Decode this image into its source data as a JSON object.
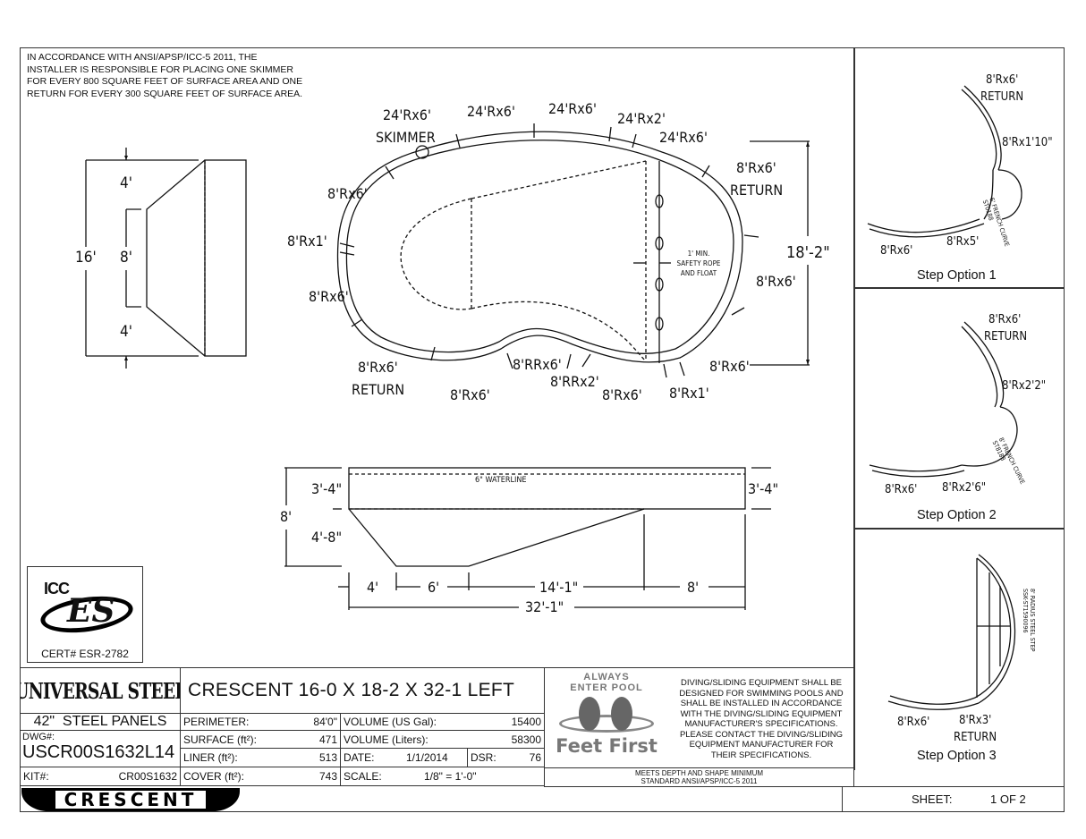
{
  "note": {
    "lines": [
      "IN ACCORDANCE WITH ANSI/APSP/ICC-5 2011, THE",
      "INSTALLER IS RESPONSIBLE FOR PLACING ONE SKIMMER",
      "FOR EVERY 800 SQUARE FEET OF SURFACE AREA AND ONE",
      "RETURN FOR EVERY 300 SQUARE FEET OF SURFACE AREA."
    ]
  },
  "end_view": {
    "overall": "16'",
    "top": "4'",
    "middle": "8'",
    "bottom": "4'"
  },
  "plan_view": {
    "labels": {
      "skimmer_panel": "24'Rx6'",
      "skimmer": "SKIMMER",
      "top2": "24'Rx6'",
      "top3": "24'Rx6'",
      "top4": "24'Rx2'",
      "top5": "24'Rx6'",
      "right_return_1": "8'Rx6'",
      "right_return_2": "RETURN",
      "right_lower": "8'Rx6'",
      "width_dim": "18'-2\"",
      "left_upper": "8'Rx6'",
      "left_rx1": "8'Rx1'",
      "left_lower": "8'Rx6'",
      "bottom_return_1": "8'Rx6'",
      "bottom_return_2": "RETURN",
      "bottom_1": "8'Rx6'",
      "bottom_rrx6": "8'RRx6'",
      "bottom_rrx2": "8'RRx2'",
      "bottom_2": "8'Rx6'",
      "bottom_rx1": "8'Rx1'",
      "bottom_right": "8'Rx6'",
      "rope_1": "1' MIN.",
      "rope_2": "SAFETY ROPE",
      "rope_3": "AND FLOAT"
    }
  },
  "section_view": {
    "waterline": "6\" WATERLINE",
    "left_shallow": "3'-4\"",
    "right_shallow": "3'-4\"",
    "total_depth": "8'",
    "deep_drop": "4'-8\"",
    "seg1": "4'",
    "seg2": "6'",
    "seg3": "14'-1\"",
    "seg4": "8'",
    "overall_length": "32'-1\""
  },
  "certification": {
    "logo_top": "ICC",
    "logo_main": "ES",
    "cert": "CERT# ESR-2782"
  },
  "step_options": [
    {
      "title": "Step Option 1",
      "labels": [
        "8'Rx6'",
        "RETURN",
        "8'Rx1'10\"",
        "8'Rx6'",
        "8'Rx5'"
      ],
      "rotated": [
        "6' FRENCH CURVE",
        "ST0188"
      ]
    },
    {
      "title": "Step Option 2",
      "labels": [
        "8'Rx6'",
        "RETURN",
        "8'Rx2'2\"",
        "8'Rx6'",
        "8'Rx2'6\""
      ],
      "rotated": [
        "8' FRENCH CURVE",
        "ST8188"
      ]
    },
    {
      "title": "Step Option 3",
      "labels": [
        "8'Rx6'",
        "8'Rx3'",
        "RETURN"
      ],
      "rotated": [
        "8' RADIUS STEEL STEP",
        "SSK-ST1590096"
      ]
    }
  ],
  "title_block": {
    "brand": "UNIVERSAL STEEL",
    "pool_title": "CRESCENT 16-0 X 18-2 X 32-1 LEFT",
    "panels": "42\"  STEEL PANELS",
    "dwg_label": "DWG#:",
    "dwg_value": "USCR00S1632L14",
    "kit_label": "KIT#:",
    "kit_value": "CR00S1632",
    "perimeter_label": "PERIMETER:",
    "perimeter_value": "84'0\"",
    "surface_label": "SURFACE (ft²):",
    "surface_value": "471",
    "liner_label": "LINER (ft²):",
    "liner_value": "513",
    "cover_label": "COVER (ft²):",
    "cover_value": "743",
    "vol_gal_label": "VOLUME (US Gal):",
    "vol_gal_value": "15400",
    "vol_l_label": "VOLUME (Liters):",
    "vol_l_value": "58300",
    "date_label": "DATE:",
    "date_value": "1/1/2014",
    "dsr_label": "DSR:",
    "dsr_value": "76",
    "scale_label": "SCALE:",
    "scale_value": "1/8\" = 1'-0\"",
    "feet_first_top1": "ALWAYS",
    "feet_first_top2": "ENTER POOL",
    "feet_first_main": "Feet First",
    "disclaimer": [
      "DIVING/SLIDING EQUIPMENT SHALL BE",
      "DESIGNED FOR SWIMMING POOLS AND",
      "SHALL BE INSTALLED IN ACCORDANCE",
      "WITH THE DIVING/SLIDING EQUIPMENT",
      "MANUFACTURER'S SPECIFICATIONS.",
      "PLEASE CONTACT THE DIVING/SLIDING",
      "EQUIPMENT MANUFACTURER FOR",
      "THEIR SPECIFICATIONS."
    ],
    "standard_1": "MEETS DEPTH AND SHAPE MINIMUM",
    "standard_2": "STANDARD ANSI/APSP/ICC-5 2011",
    "sheet_label": "SHEET:",
    "sheet_value": "1 OF 2",
    "crescent_logo": "CRESCENT"
  }
}
